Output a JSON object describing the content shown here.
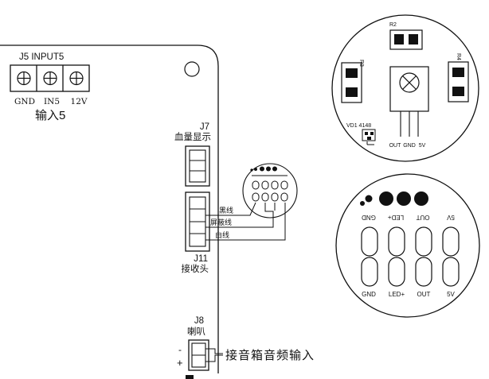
{
  "board": {
    "j5": {
      "title": "J5 INPUT5",
      "pins": [
        "GND",
        "IN5",
        "12V"
      ],
      "caption": "输入5"
    },
    "j7": {
      "ref": "J7",
      "caption": "血量显示"
    },
    "j11": {
      "ref": "J11",
      "caption": "接收头",
      "wires": [
        "黑线",
        "屏蔽线",
        "白线"
      ]
    },
    "j8": {
      "ref": "J8",
      "caption": "喇叭",
      "pin_marks": [
        "-",
        "+"
      ],
      "note": "接音箱音频输入"
    }
  },
  "sensor_top": {
    "labels": {
      "r2": "R2",
      "r3": "R3",
      "r4": "R4",
      "vd1": "VD1 4148"
    },
    "pins": [
      "OUT",
      "GND",
      "5V"
    ]
  },
  "sensor_bottom": {
    "top_labels": [
      "GND",
      "LED+",
      "OUT",
      "5V"
    ],
    "bottom_labels": [
      "GND",
      "LED+",
      "OUT",
      "5V"
    ]
  }
}
